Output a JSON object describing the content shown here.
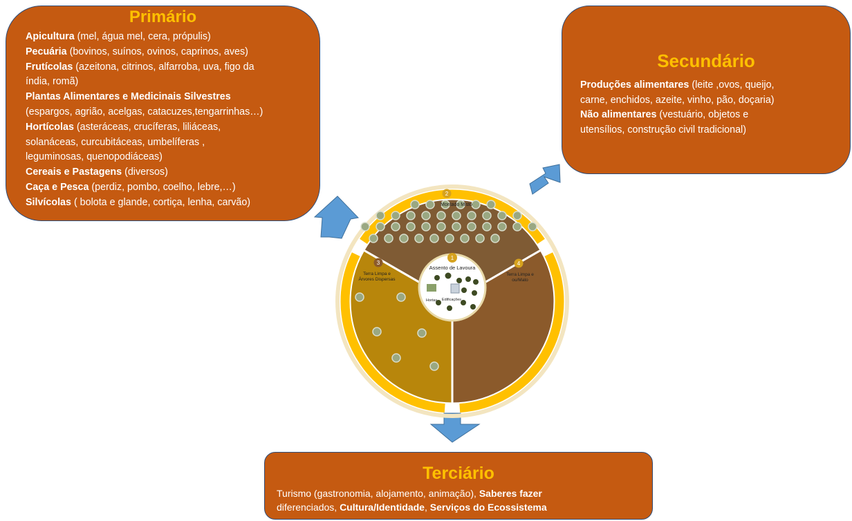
{
  "primario": {
    "title": "Primário",
    "lines": [
      {
        "bold": "Apicultura",
        "rest": " (mel, água mel, cera, própulis)"
      },
      {
        "bold": "Pecuária",
        "rest": " (bovinos, suínos, ovinos, caprinos, aves)"
      },
      {
        "bold": "Frutícolas",
        "rest": " (azeitona, citrinos, alfarroba, uva, figo da"
      },
      {
        "bold": "",
        "rest": "índia, romã)"
      },
      {
        "bold": "Plantas Alimentares e Medicinais Silvestres",
        "rest": ""
      },
      {
        "bold": "",
        "rest": "(espargos, agrião, acelgas, catacuzes,tengarrinhas…)"
      },
      {
        "bold": "Hortícolas",
        "rest": " (asteráceas, crucíferas, liliáceas,"
      },
      {
        "bold": "",
        "rest": "solanáceas, curcubitáceas,  umbelíferas ,"
      },
      {
        "bold": "",
        "rest": "leguminosas, quenopodiáceas)"
      },
      {
        "bold": "Cereais e Pastagens",
        "rest": "  (diversos)"
      },
      {
        "bold": "Caça e Pesca",
        "rest": " (perdiz, pombo, coelho, lebre,…)"
      },
      {
        "bold": "Silvícolas",
        "rest": " ( bolota e glande, cortiça, lenha, carvão)"
      }
    ]
  },
  "secundario": {
    "title": "Secundário",
    "lines": [
      {
        "bold": "Produções alimentares",
        "rest": " (leite ,ovos, queijo,"
      },
      {
        "bold": "",
        "rest": "carne, enchidos, azeite, vinho, pão, doçaria)"
      },
      {
        "bold": "Não alimentares",
        "rest": " (vestuário, objetos e"
      },
      {
        "bold": "",
        "rest": "utensílios, construção civil tradicional)"
      }
    ]
  },
  "terciario": {
    "title": "Terciário",
    "line1": {
      "a": "Turismo (gastronomia, alojamento, animação), ",
      "b": "Saberes fazer"
    },
    "line2": {
      "a": "diferenciados, ",
      "b1": "Cultura/Identidade",
      "c": ", ",
      "b2": "Serviços do Ecossistema"
    }
  },
  "diagram": {
    "zone1": {
      "num": "1",
      "label": "Assento de Lavoura",
      "sub1": "Hortas",
      "sub2": "Edificações"
    },
    "zone2": {
      "num": "2",
      "label": "Montado Misto"
    },
    "zone3": {
      "num": "3",
      "label1": "Terra Limpa e",
      "label2": "Árvores Dispersas"
    },
    "zone4": {
      "num": "4",
      "label1": "Terra Limpa e",
      "label2": "ou/Mato"
    }
  },
  "colors": {
    "box": "#c55a11",
    "title": "#ffc000",
    "ring": "#ffc000",
    "arrow": "#5b9bd5",
    "zone2": "#7f5b34",
    "zone3": "#b8860b",
    "zone4": "#8b5a2b"
  }
}
